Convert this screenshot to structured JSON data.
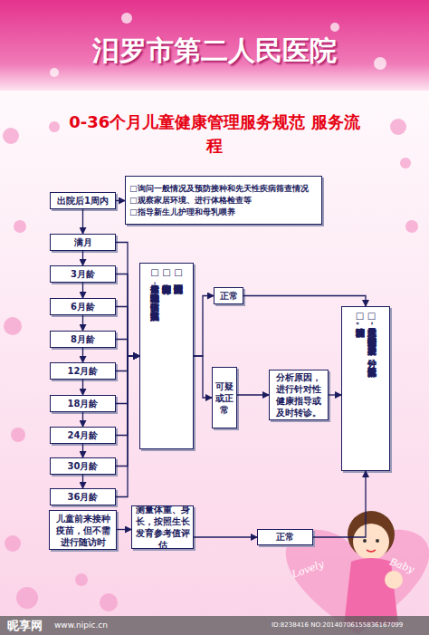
{
  "diagram": {
    "title": "0-36个月儿童健康管理服务规范 服务流程",
    "nodes": [
      {
        "text": [
          "出院后1周内"
        ]
      },
      {
        "text": [
          "□询问一般情况及预防接种和先天性疾病筛查情况",
          "□观察家居环境、进行体格检查等",
          "□指导新生儿护理和母乳喂养"
        ]
      },
      {
        "text": [
          "满月"
        ]
      },
      {
        "text": [
          "3月龄"
        ]
      },
      {
        "text": [
          "6月龄"
        ]
      },
      {
        "text": [
          "8月龄"
        ]
      },
      {
        "text": [
          "12月龄"
        ]
      },
      {
        "text": [
          "18月龄"
        ]
      },
      {
        "text": [
          "24月龄"
        ]
      },
      {
        "text": [
          "30月龄"
        ]
      },
      {
        "text": [
          "36月龄"
        ]
      },
      {
        "text": [
          "□询问两次随访间患病情况",
          "□体格检查和生长发育监测及评价",
          "□健康指导：母乳喂养和辅食添加；伤害预防；常见疾病预防；"
        ]
      },
      {
        "text": [
          "正常"
        ]
      },
      {
        "text": [
          "可疑或正常"
        ]
      },
      {
        "text": [
          "分析原因，进行针对性健康指导或及时转诊。"
        ]
      },
      {
        "text": [
          "□若无禁忌症，按照免疫程序进行预防接种。接种后观察30分钟，无异常情况可回家。",
          "□填写预防接种记录。"
        ]
      },
      {
        "text": [
          "儿童前来接种疫苗，但不需进行随访时"
        ]
      },
      {
        "text": [
          "测量体重、身长，按照生长发育参考值评估"
        ]
      },
      {
        "text": [
          "正常"
        ]
      }
    ],
    "edges": [
      {
        "from": 0,
        "to": 1,
        "arrow": "to"
      },
      {
        "from": 0,
        "to": 2,
        "arrow": "to"
      },
      {
        "from": 2,
        "to": 3,
        "arrow": "to"
      },
      {
        "from": 3,
        "to": 4,
        "arrow": "to"
      },
      {
        "from": 4,
        "to": 5,
        "arrow": "to"
      },
      {
        "from": 5,
        "to": 6,
        "arrow": "to"
      },
      {
        "from": 6,
        "to": 7,
        "arrow": "to"
      },
      {
        "from": 7,
        "to": 8,
        "arrow": "to"
      },
      {
        "from": 8,
        "to": 9,
        "arrow": "to"
      },
      {
        "from": 9,
        "to": 10,
        "arrow": "to"
      },
      {
        "from": 2,
        "to": 11,
        "arrow": "to"
      },
      {
        "from": 3,
        "to": 11,
        "arrow": "to"
      },
      {
        "from": 4,
        "to": 11,
        "arrow": "to"
      },
      {
        "from": 5,
        "to": 11,
        "arrow": "to"
      },
      {
        "from": 6,
        "to": 11,
        "arrow": "to"
      },
      {
        "from": 7,
        "to": 11,
        "arrow": "to"
      },
      {
        "from": 8,
        "to": 11,
        "arrow": "to"
      },
      {
        "from": 9,
        "to": 11,
        "arrow": "to"
      },
      {
        "from": 10,
        "to": 11,
        "arrow": "to"
      },
      {
        "from": 11,
        "to": 12,
        "arrow": "to"
      },
      {
        "from": 11,
        "to": 13,
        "arrow": "to"
      },
      {
        "from": 12,
        "to": 15,
        "arrow": "to"
      },
      {
        "from": 13,
        "to": 14,
        "arrow": "to"
      },
      {
        "from": 14,
        "to": 15,
        "arrow": "to"
      },
      {
        "from": 16,
        "to": 17,
        "arrow": "to"
      },
      {
        "from": 17,
        "to": 18,
        "arrow": "to"
      },
      {
        "from": 18,
        "to": 15,
        "arrow": "to"
      }
    ],
    "labels": [
      "汨罗市第二人民医院",
      "Lovely",
      "Baby",
      "昵享网",
      "www.nipic.cn",
      "ID:8238416 NO:20140706155836167099"
    ]
  }
}
